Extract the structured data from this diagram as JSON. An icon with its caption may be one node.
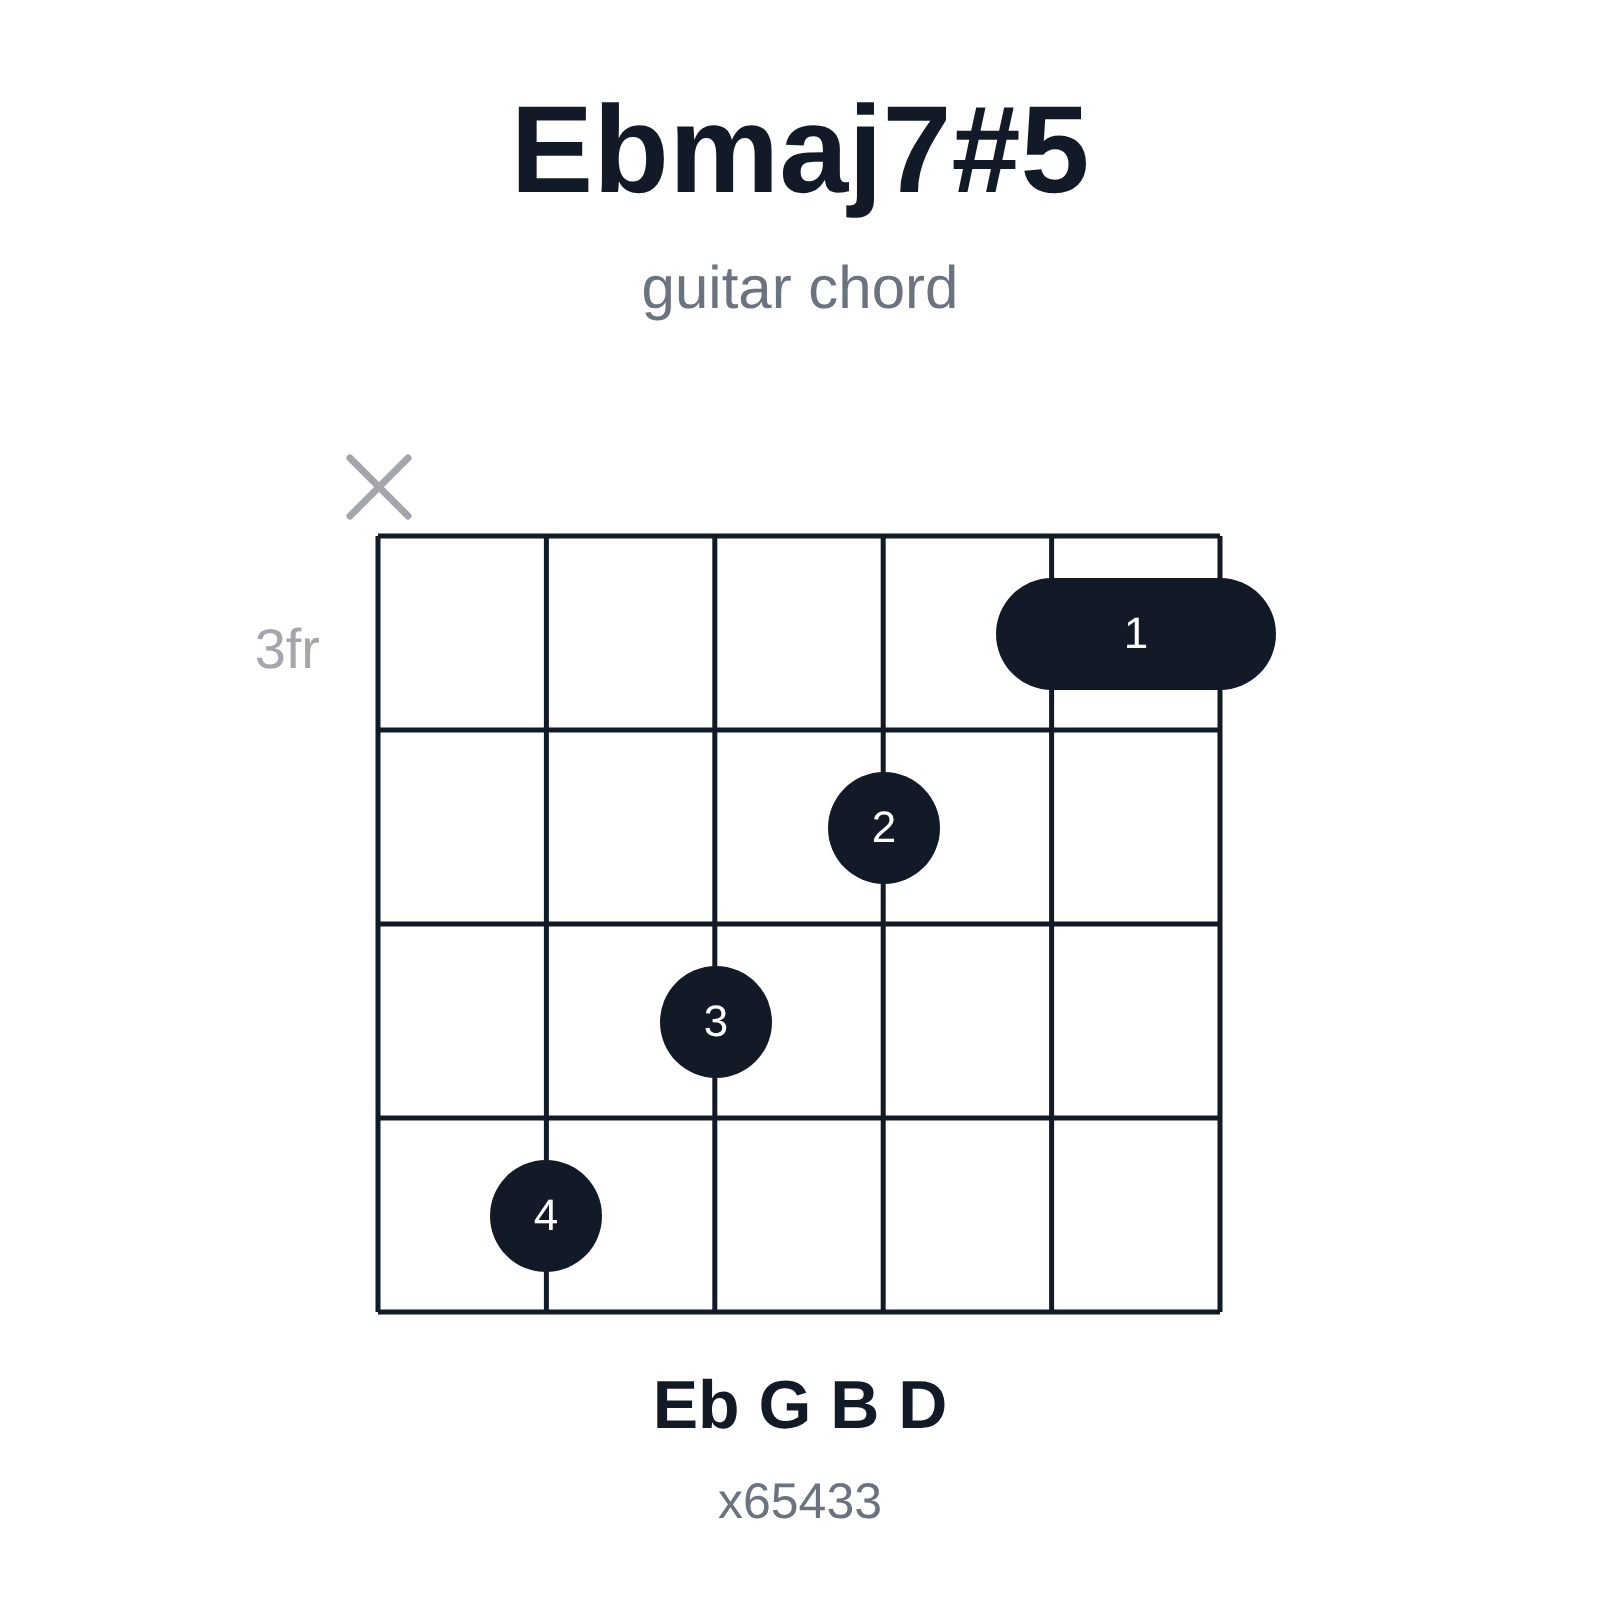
{
  "diagram": {
    "title": "Ebmaj7#5",
    "nodes": [
      {
        "text": [
          "1"
        ]
      },
      {
        "text": [
          "2"
        ]
      },
      {
        "text": [
          "3"
        ]
      },
      {
        "text": [
          "4"
        ]
      }
    ],
    "labels": [
      "guitar chord",
      "3fr",
      "Eb G B D",
      "x65433"
    ]
  }
}
